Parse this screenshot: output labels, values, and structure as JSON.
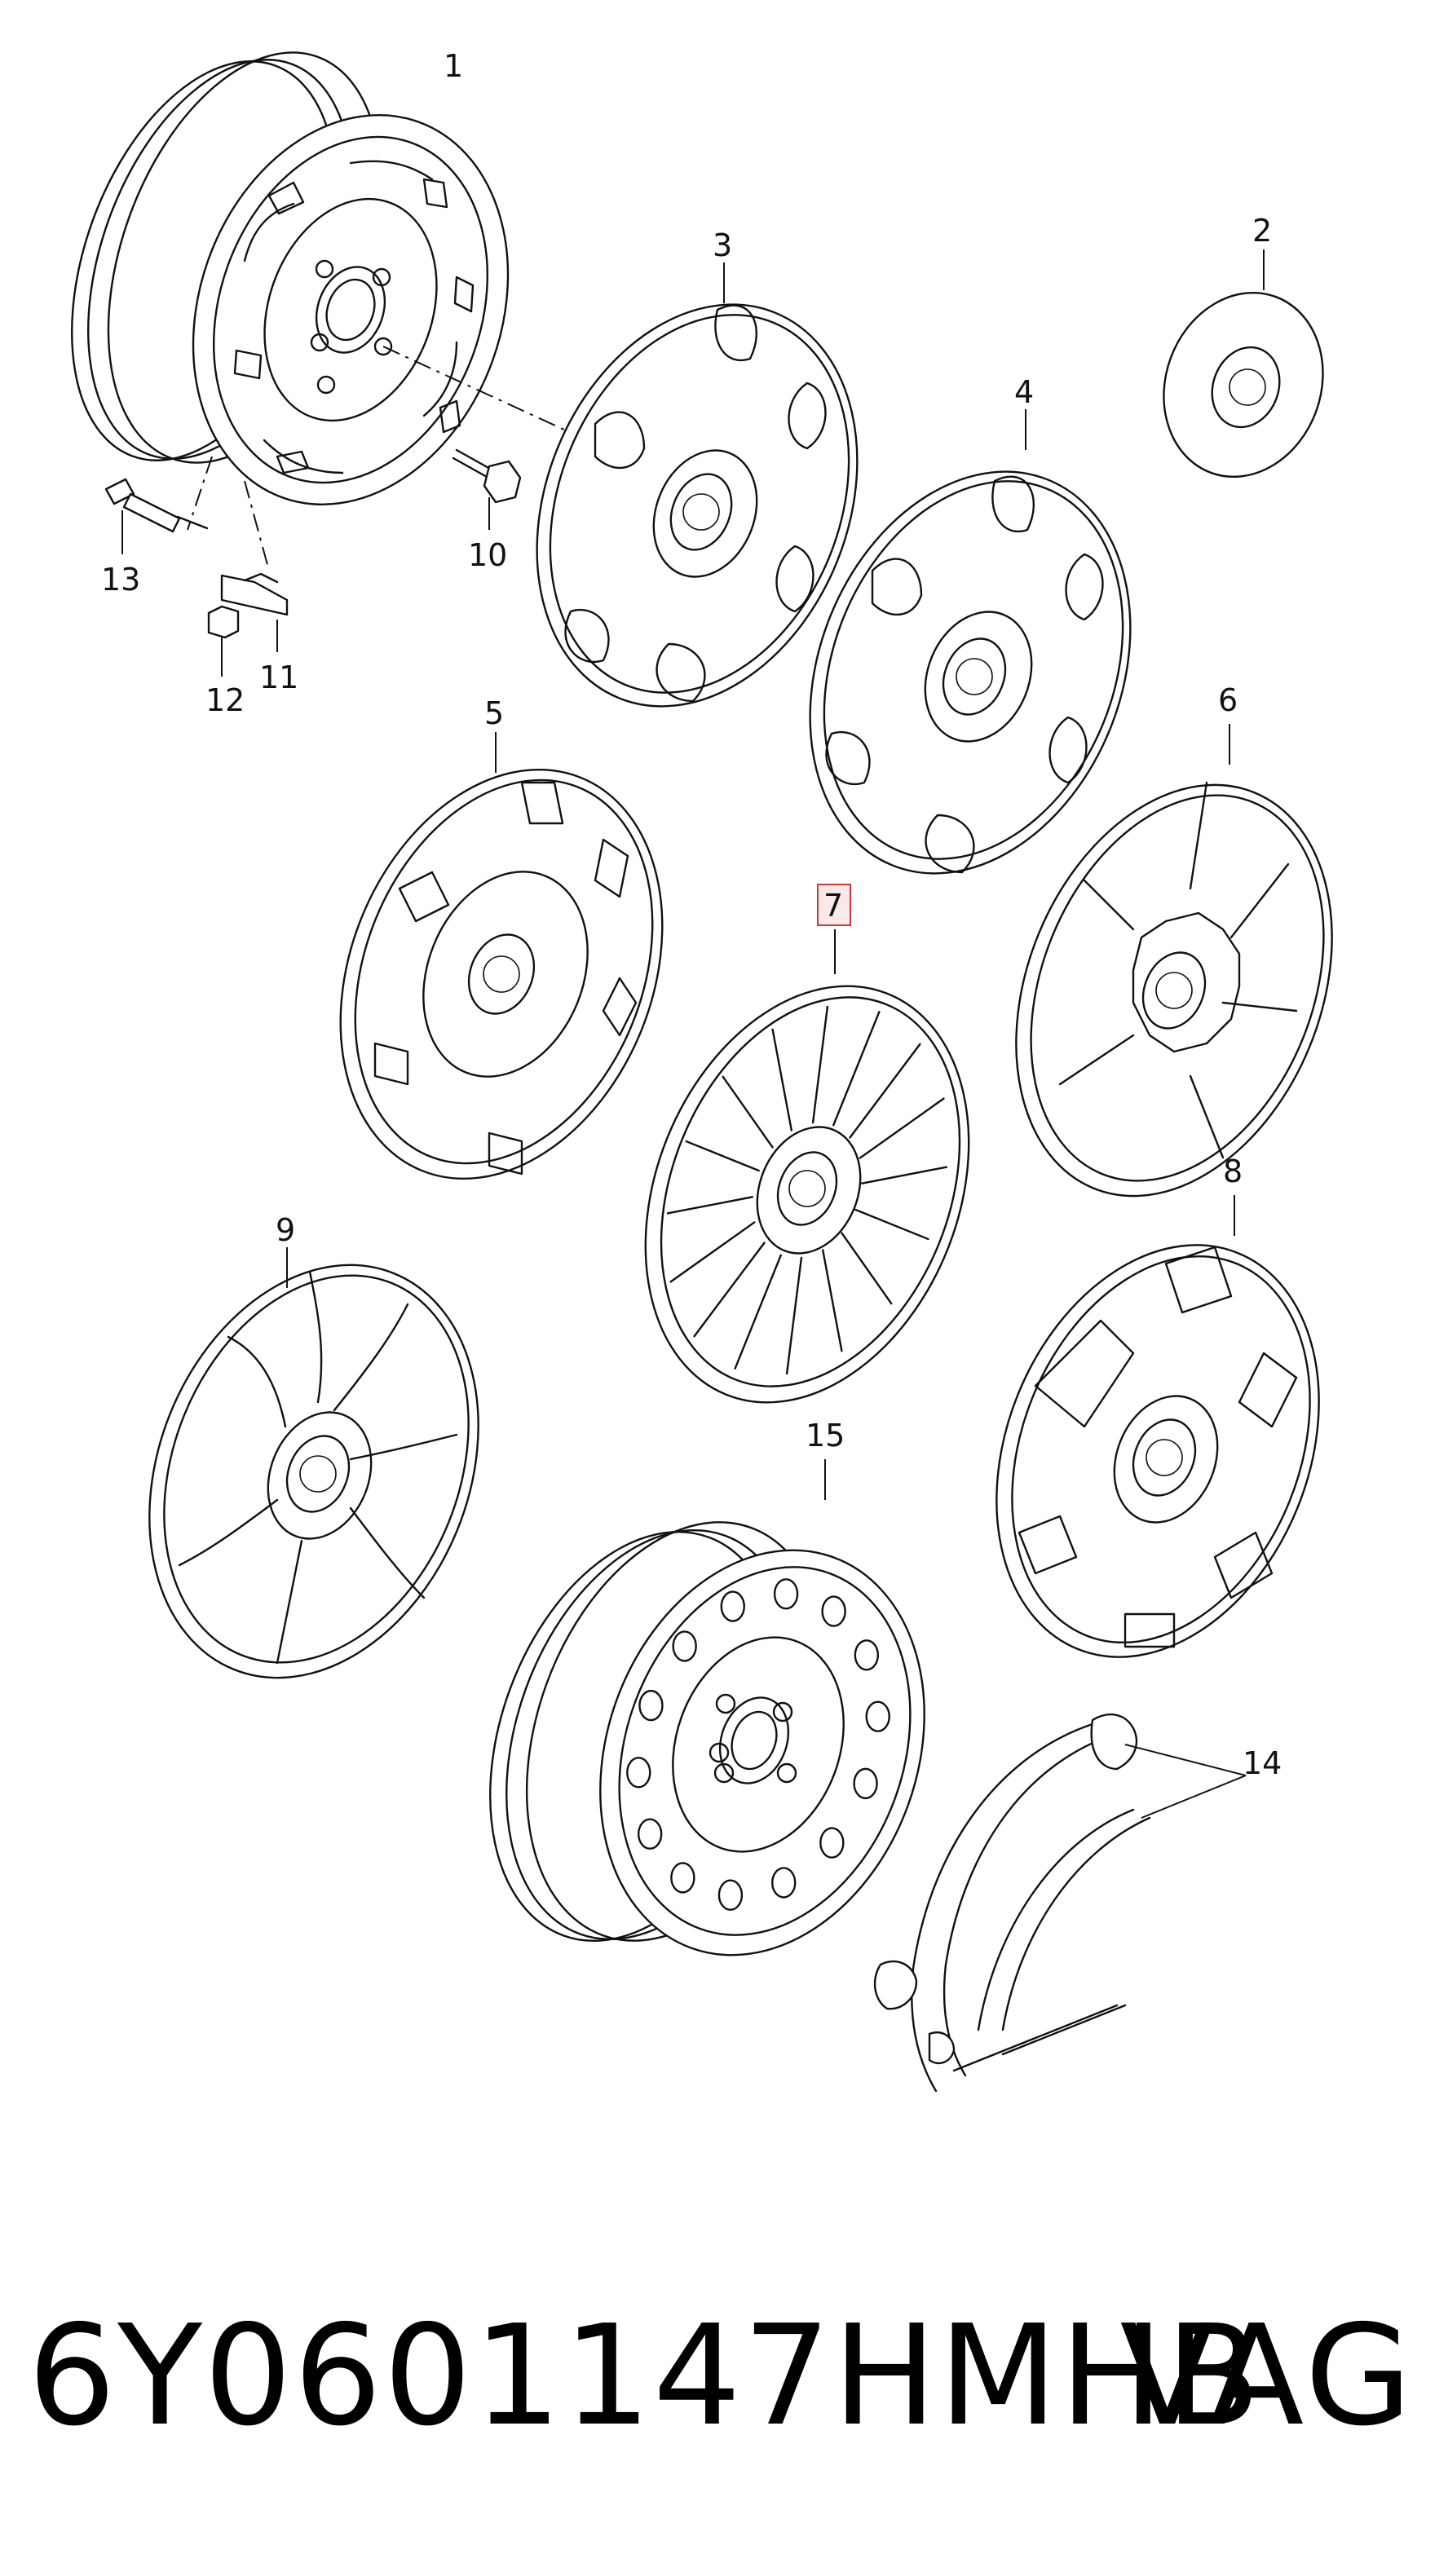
{
  "diagram": {
    "callouts": [
      "1",
      "2",
      "3",
      "4",
      "5",
      "6",
      "7",
      "8",
      "9",
      "10",
      "11",
      "12",
      "13",
      "14",
      "15"
    ],
    "highlighted_callout": "7",
    "highlight_color": "#d43a3a"
  },
  "footer": {
    "part_number": "6Y0601147HMHB",
    "manufacturer": "VAG"
  }
}
